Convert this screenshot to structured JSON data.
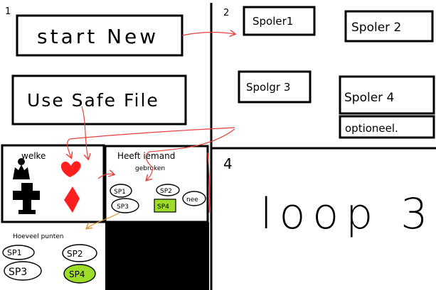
{
  "section_numbers": {
    "one": "1",
    "two": "2",
    "four": "4"
  },
  "buttons": {
    "start_new": "start New",
    "use_safe_file": "Use Safe File"
  },
  "players": {
    "speler1": "Spoler1",
    "speler2": "Spoler 2",
    "speler3": "Spolgr 3",
    "speler4": "Spoler 4",
    "optional": "optioneel."
  },
  "card_picker": {
    "title": "welke"
  },
  "who_has": {
    "title_line1": "Heeft iemand",
    "title_line2": "gebroken",
    "chips": [
      "SP1",
      "SP2",
      "SP3",
      "SP4",
      "nee"
    ]
  },
  "points": {
    "title": "Hoeveel punten",
    "chips": [
      "SP1",
      "SP2",
      "SP3",
      "SP4"
    ]
  },
  "round": {
    "label": "loop 3"
  },
  "colors": {
    "ink": "#000000",
    "arrow": "#e8403a",
    "arrow_orange": "#e89030",
    "card_red": "#ff1f1f",
    "highlight_green": "#9edc2a",
    "fill_black": "#000000"
  },
  "icons": [
    "queen-chess-icon",
    "heart-suit-icon",
    "club-suit-icon",
    "diamond-suit-icon"
  ]
}
